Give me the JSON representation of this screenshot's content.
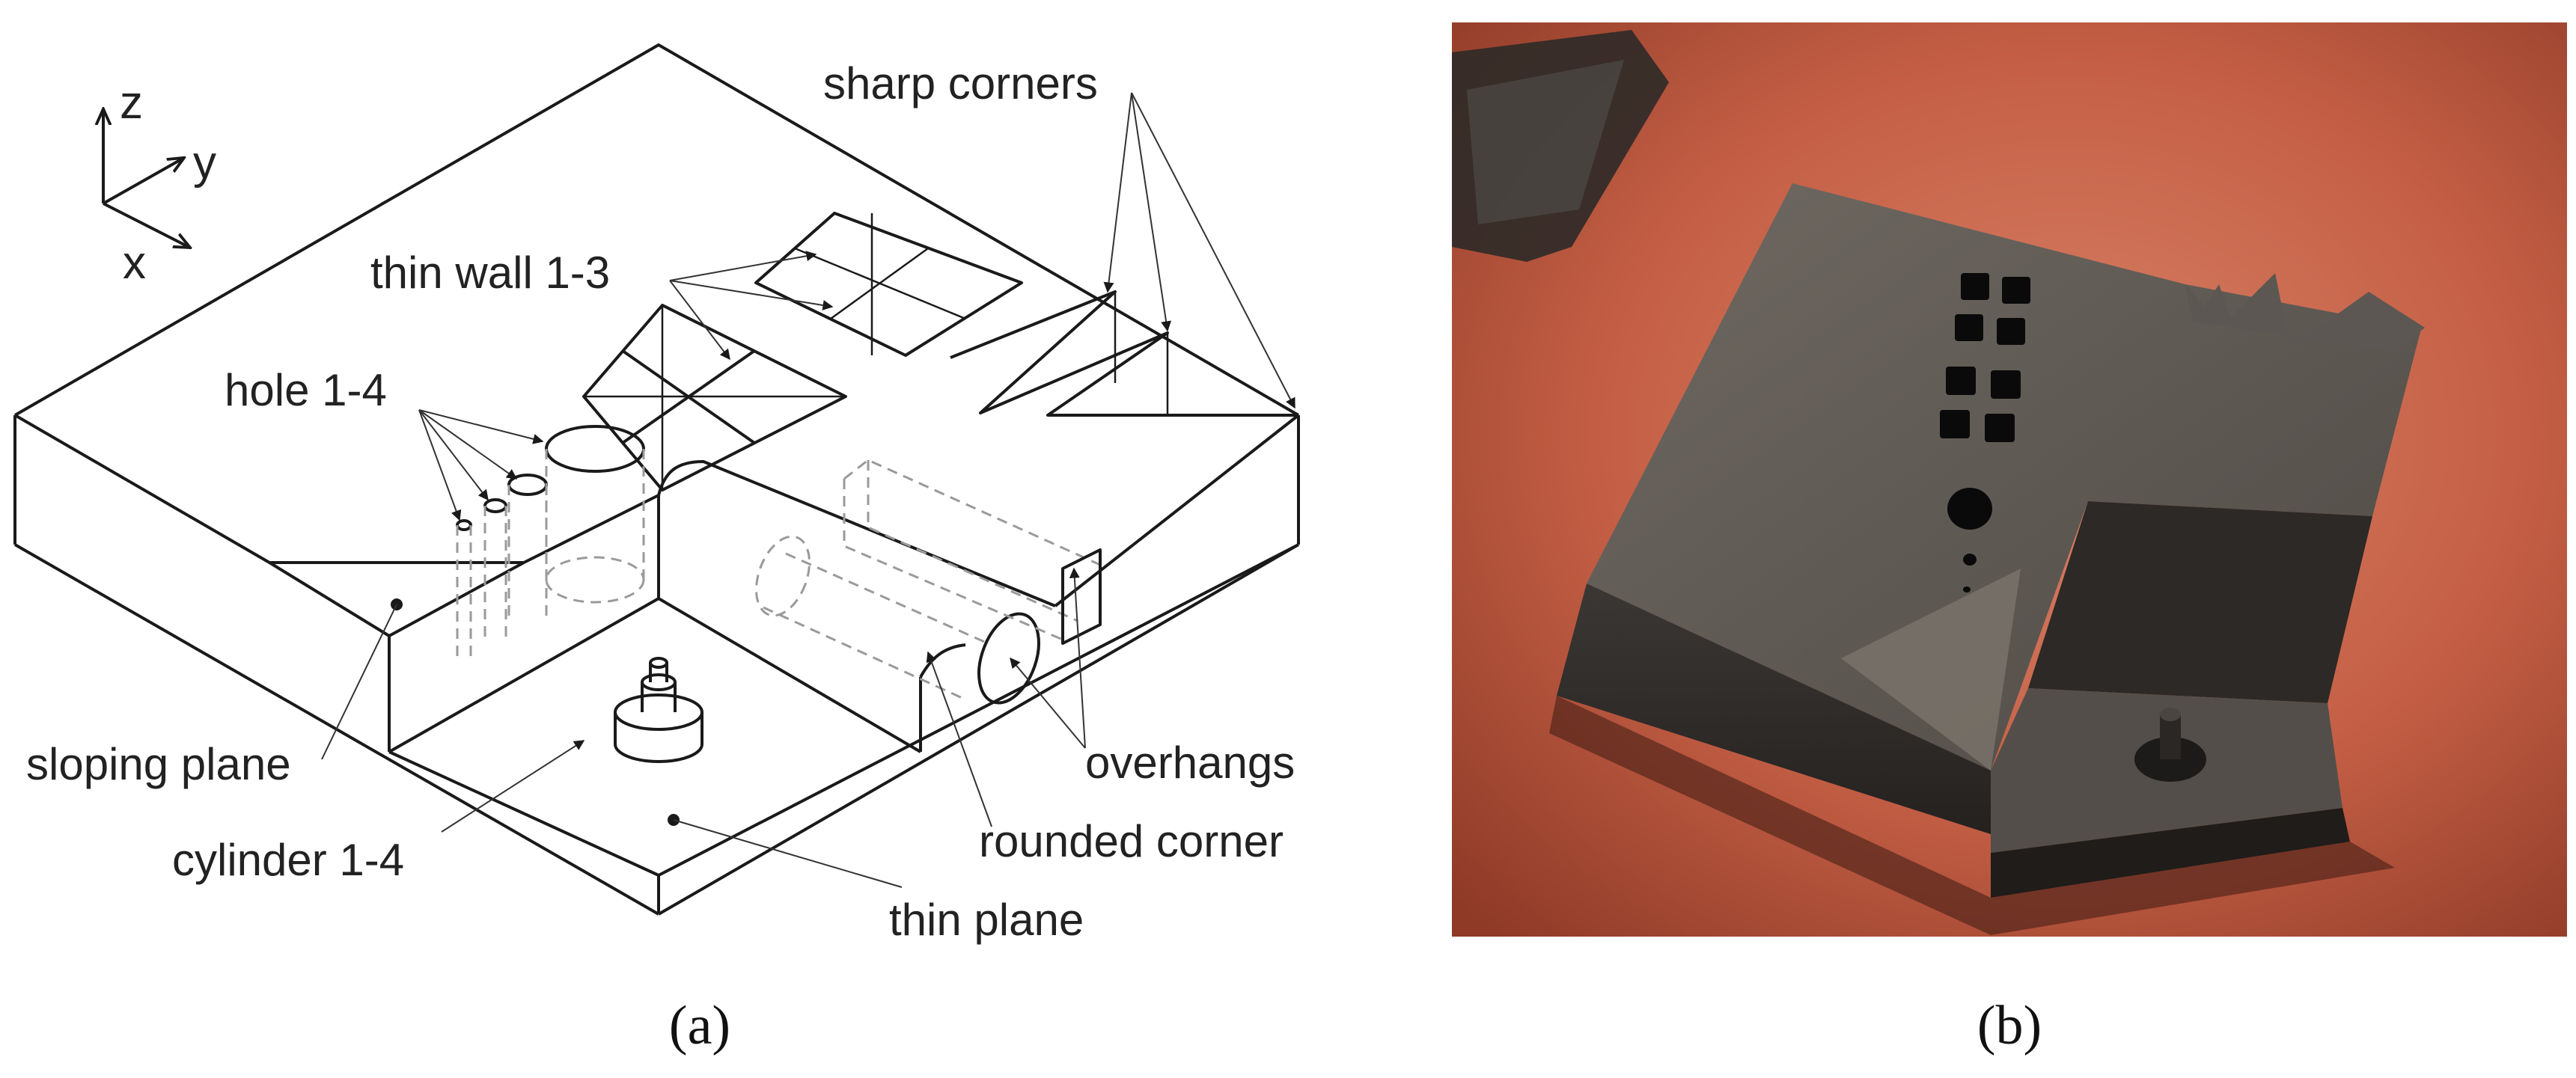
{
  "panel_a": {
    "caption": "(a)",
    "axes": {
      "z": "z",
      "y": "y",
      "x": "x"
    },
    "labels": {
      "sharp_corners": "sharp corners",
      "thin_wall": "thin wall 1-3",
      "hole": "hole 1-4",
      "sloping_plane": "sloping plane",
      "cylinder": "cylinder 1-4",
      "overhangs": "overhangs",
      "rounded_corner": "rounded corner",
      "thin_plane": "thin plane"
    }
  },
  "panel_b": {
    "caption": "(b)"
  }
}
